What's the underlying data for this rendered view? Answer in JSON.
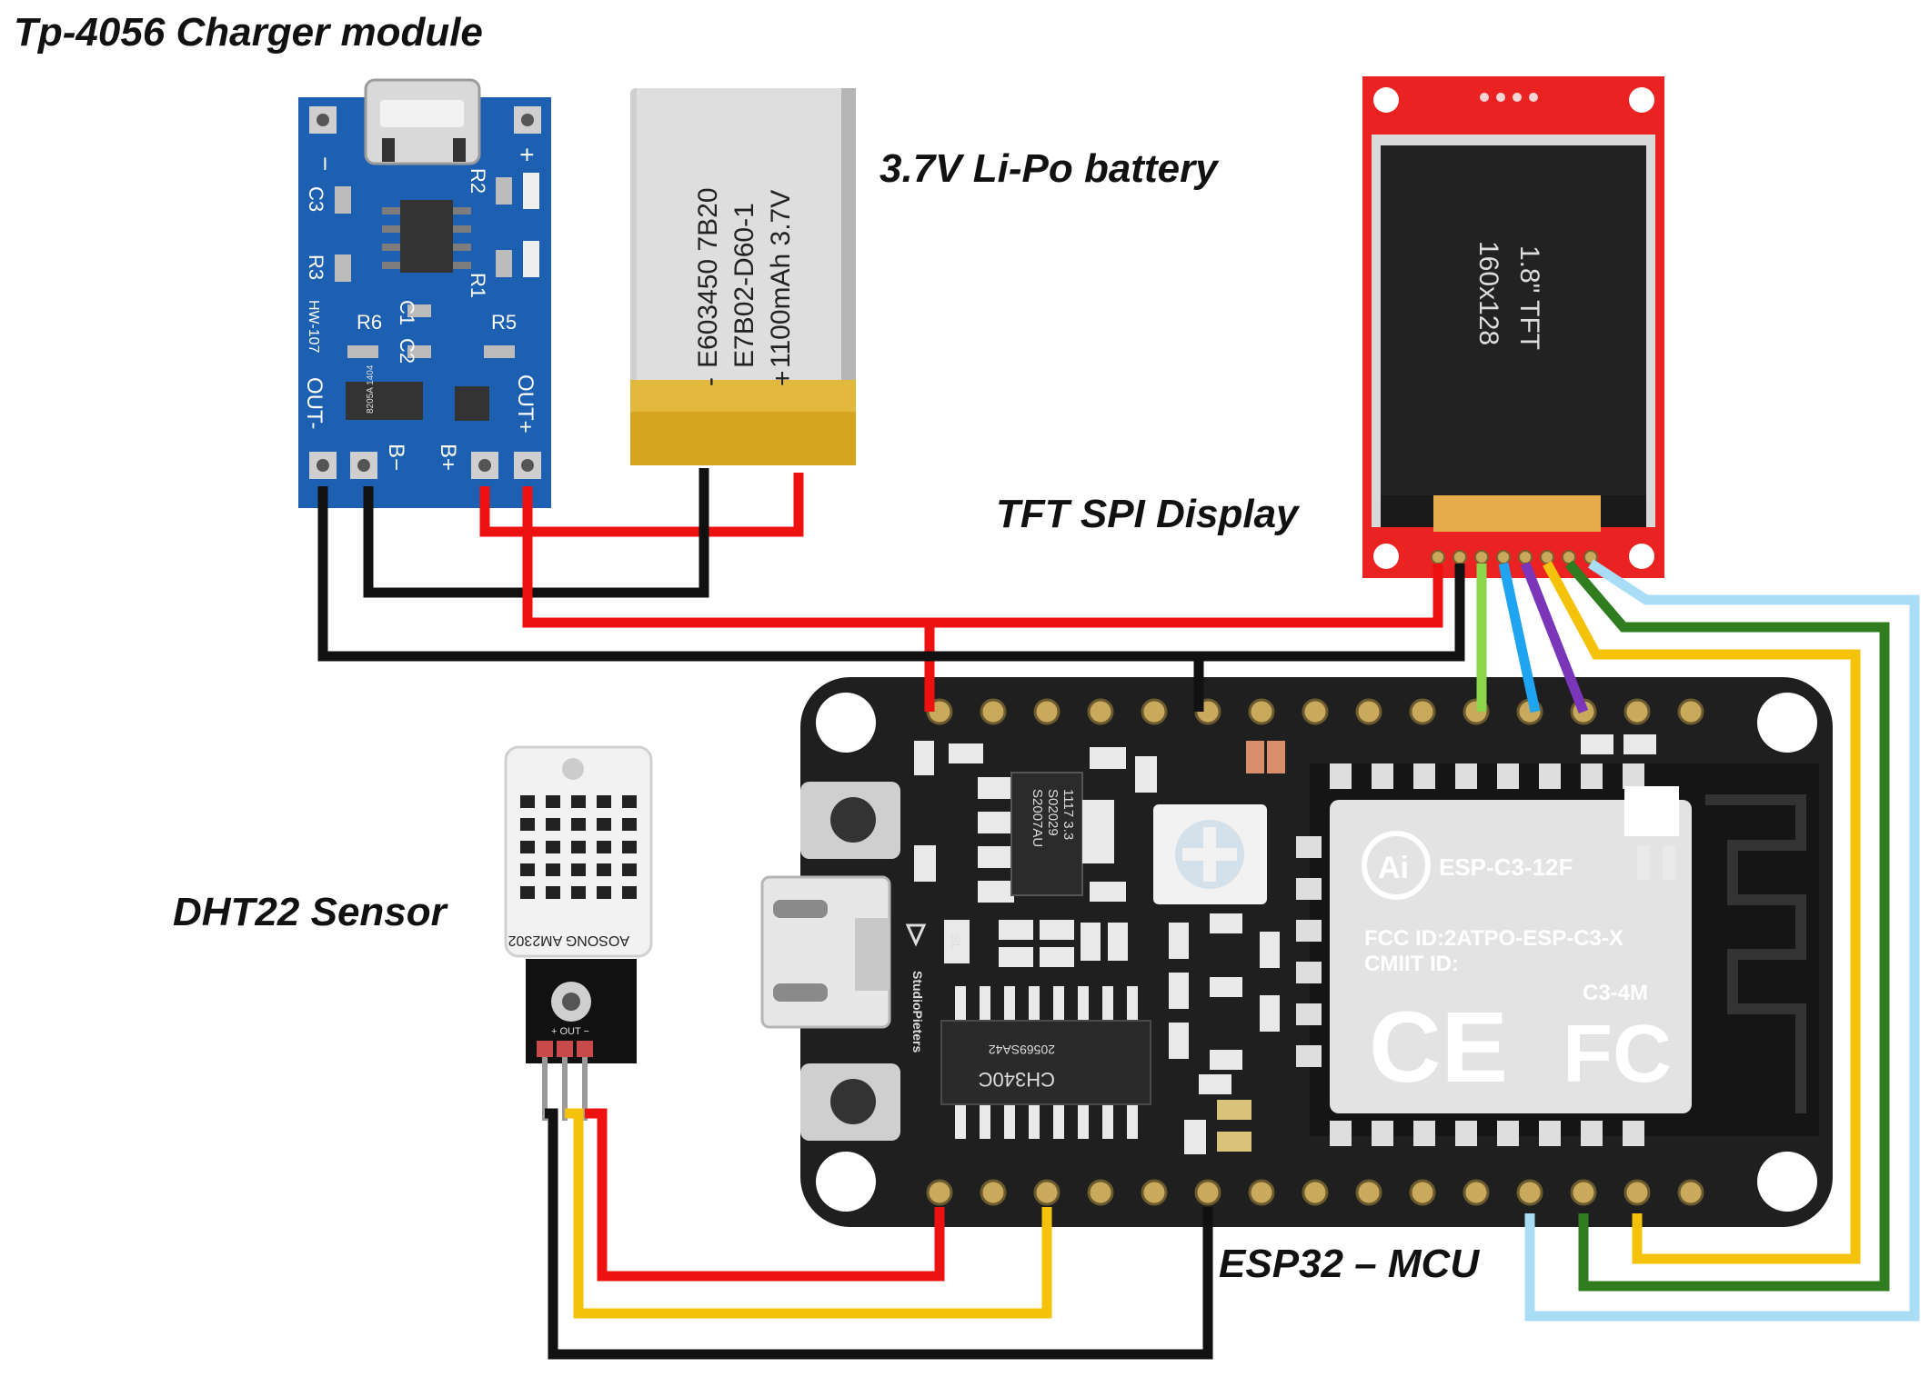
{
  "labels": {
    "charger": "Tp-4056 Charger module",
    "battery": "3.7V Li-Po battery",
    "display": "TFT SPI Display",
    "sensor": "DHT22 Sensor",
    "mcu": "ESP32 – MCU"
  },
  "charger_board": {
    "silk": [
      "−",
      "+",
      "C3",
      "R2",
      "R3",
      "R1",
      "R6",
      "C1",
      "C2",
      "R5",
      "HW-107",
      "OUT-",
      "OUT+",
      "B−",
      "B+"
    ],
    "chip_mark": "8205A 1404"
  },
  "battery": {
    "lines": [
      "E603450 7B20",
      "E7B02-D60-1",
      "1100mAh 3.7V"
    ],
    "minus": "-",
    "plus": "+"
  },
  "display": {
    "text_1": "1.8\" TFT",
    "text_2": "160x128"
  },
  "sensor": {
    "model": "AOSONG AM2302",
    "pins": "+  OUT  −"
  },
  "mcu_board": {
    "regulator": [
      "1117 3.3",
      "S02029",
      "S2007AU"
    ],
    "usb_chip": [
      "CH340C",
      "20569SA42"
    ],
    "brand": "StudioPieters",
    "led": "SL",
    "module_name": "ESP-C3-12F",
    "module_logo": "Ai",
    "fcc_id": "FCC ID:2ATPO-ESP-C3-X",
    "cmiit": "CMIIT ID:",
    "variant": "C3-4M",
    "ce_mark": "CE",
    "fc_mark": "FC"
  },
  "colors": {
    "red": "#ee1111",
    "black": "#111111",
    "yellow": "#f5c20a",
    "green_light": "#8cd64b",
    "blue": "#1ea4f0",
    "purple": "#7a35b8",
    "green_dark": "#2f7d1f",
    "light_blue": "#a9dcf5",
    "charger_pcb": "#1d5fb0",
    "mcu_pcb": "#1f1f1f",
    "tft_pcb": "#ea2222"
  }
}
